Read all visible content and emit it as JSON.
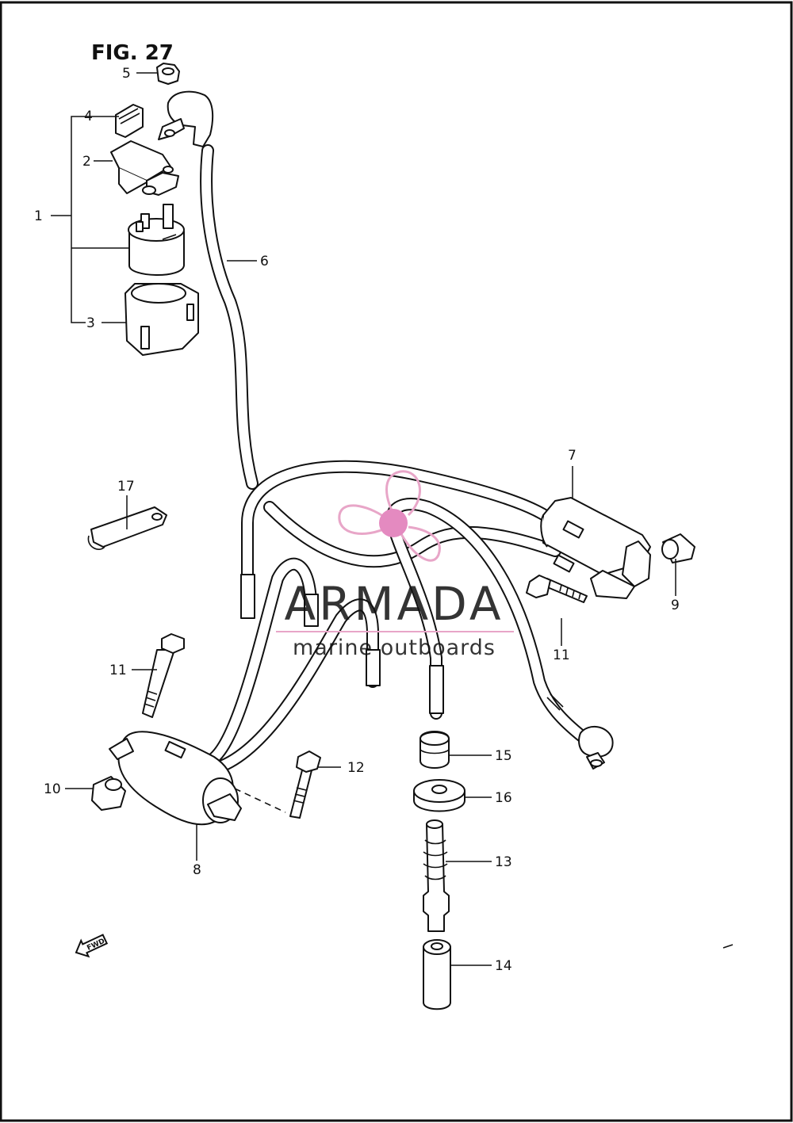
{
  "figure": {
    "title": "FIG. 27"
  },
  "watermark": {
    "brand": "ARMADA",
    "tagline": "marine outboards",
    "colors": {
      "propeller": "#e8a6c8",
      "hub": "#e48ac0",
      "text": "#8a8a8a",
      "rule": "#e8a6c8"
    }
  },
  "fwd_badge": {
    "text": "FWD",
    "icon": "fwd-arrow-icon"
  },
  "callouts": [
    {
      "id": "c1",
      "label": "1"
    },
    {
      "id": "c2",
      "label": "2"
    },
    {
      "id": "c3",
      "label": "3"
    },
    {
      "id": "c4",
      "label": "4"
    },
    {
      "id": "c5",
      "label": "5"
    },
    {
      "id": "c6",
      "label": "6"
    },
    {
      "id": "c7",
      "label": "7"
    },
    {
      "id": "c8",
      "label": "8"
    },
    {
      "id": "c9",
      "label": "9"
    },
    {
      "id": "c10",
      "label": "10"
    },
    {
      "id": "c11a",
      "label": "11"
    },
    {
      "id": "c11b",
      "label": "11"
    },
    {
      "id": "c12",
      "label": "12"
    },
    {
      "id": "c13",
      "label": "13"
    },
    {
      "id": "c14",
      "label": "14"
    },
    {
      "id": "c15",
      "label": "15"
    },
    {
      "id": "c16",
      "label": "16"
    },
    {
      "id": "c17",
      "label": "17"
    }
  ]
}
